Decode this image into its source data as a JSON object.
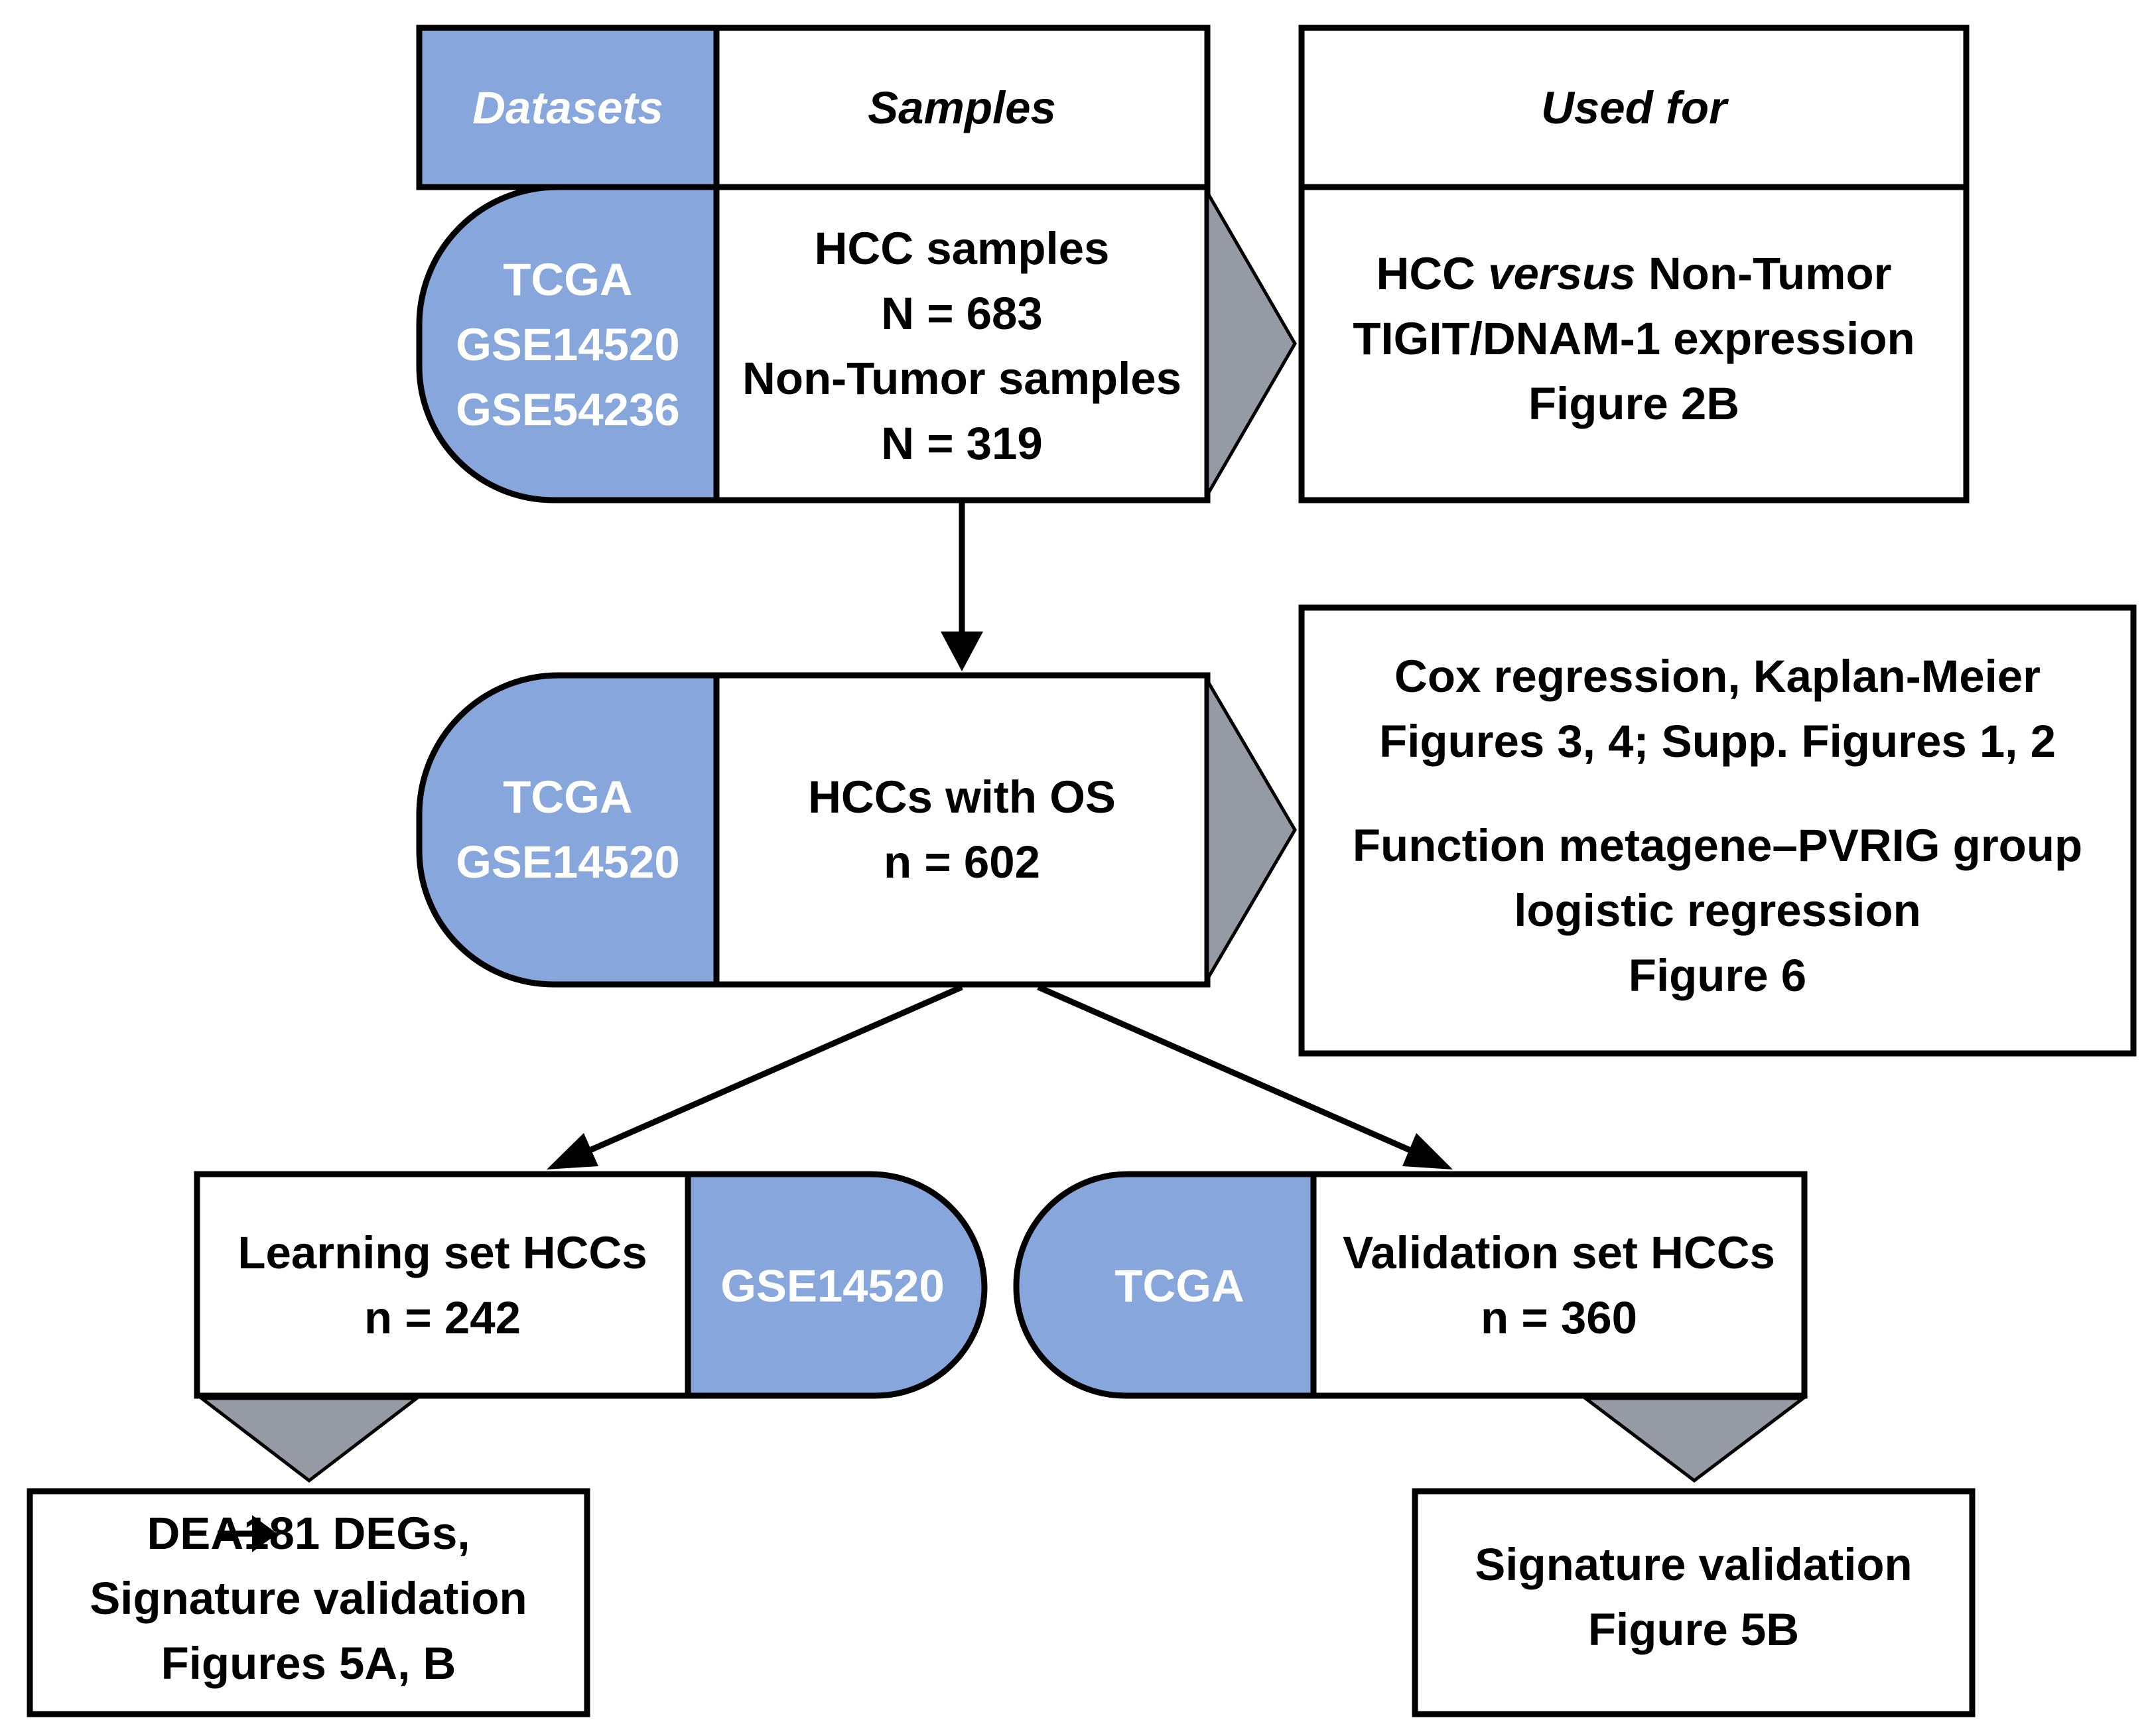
{
  "colors": {
    "dataset_fill": "#87a6dc",
    "arrow_triangle": "#959ba5",
    "line": "#000000"
  },
  "header": {
    "datasets": "Datasets",
    "samples": "Samples",
    "used_for": "Used for"
  },
  "row1": {
    "datasets": [
      "TCGA",
      "GSE14520",
      "GSE54236"
    ],
    "samples": [
      "HCC samples",
      "N = 683",
      "Non-Tumor samples",
      "N = 319"
    ],
    "used_for": {
      "line1_a": "HCC ",
      "line1_b": "versus",
      "line1_c": " Non-Tumor",
      "line2": "TIGIT/DNAM-1 expression",
      "line3": "Figure 2B"
    }
  },
  "row2": {
    "datasets": [
      "TCGA",
      "GSE14520"
    ],
    "samples": [
      "HCCs with OS",
      "n = 602"
    ],
    "used_for": [
      "Cox regression, Kaplan-Meier",
      "Figures 3, 4; Supp. Figures 1, 2",
      "Function metagene–PVRIG group",
      "logistic regression",
      "Figure 6"
    ]
  },
  "learning": {
    "title": "Learning set HCCs",
    "n": "n = 242",
    "dataset": "GSE14520",
    "result": {
      "line1_a": "DEA",
      "line1_b": "181 DEGs,",
      "line2": "Signature validation",
      "line3": "Figures 5A, B"
    }
  },
  "validation": {
    "title": "Validation set HCCs",
    "n": "n = 360",
    "dataset": "TCGA",
    "result": [
      "Signature validation",
      "Figure 5B"
    ]
  }
}
